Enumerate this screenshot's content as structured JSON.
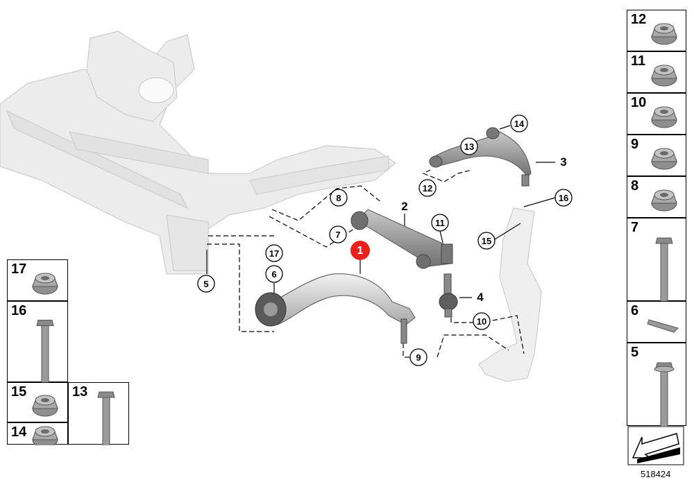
{
  "diagram_id": "518424",
  "highlight_color": "#e8211d",
  "callouts": [
    {
      "number": "1",
      "highlighted": true
    },
    {
      "number": "2"
    },
    {
      "number": "3"
    },
    {
      "number": "4"
    },
    {
      "number": "5"
    },
    {
      "number": "6"
    },
    {
      "number": "7"
    },
    {
      "number": "8"
    },
    {
      "number": "9"
    },
    {
      "number": "10"
    },
    {
      "number": "11"
    },
    {
      "number": "12"
    },
    {
      "number": "13"
    },
    {
      "number": "14"
    },
    {
      "number": "15"
    },
    {
      "number": "16"
    },
    {
      "number": "17"
    }
  ],
  "legend_right": [
    {
      "number": "12",
      "part": "hex-flange-nut"
    },
    {
      "number": "11",
      "part": "lock-nut"
    },
    {
      "number": "10",
      "part": "collar-nut"
    },
    {
      "number": "9",
      "part": "collar-nut"
    },
    {
      "number": "8",
      "part": "hex-nut"
    },
    {
      "number": "7",
      "part": "hex-bolt"
    },
    {
      "number": "6",
      "part": "clip-washer"
    },
    {
      "number": "5",
      "part": "hex-bolt-with-washer"
    }
  ],
  "legend_left": [
    {
      "number": "17",
      "part": "hex-nut"
    },
    {
      "number": "16",
      "part": "hex-bolt"
    },
    {
      "number": "15",
      "part": "hex-nut"
    },
    {
      "number": "13",
      "part": "hex-bolt"
    },
    {
      "number": "14",
      "part": "hex-nut"
    }
  ]
}
